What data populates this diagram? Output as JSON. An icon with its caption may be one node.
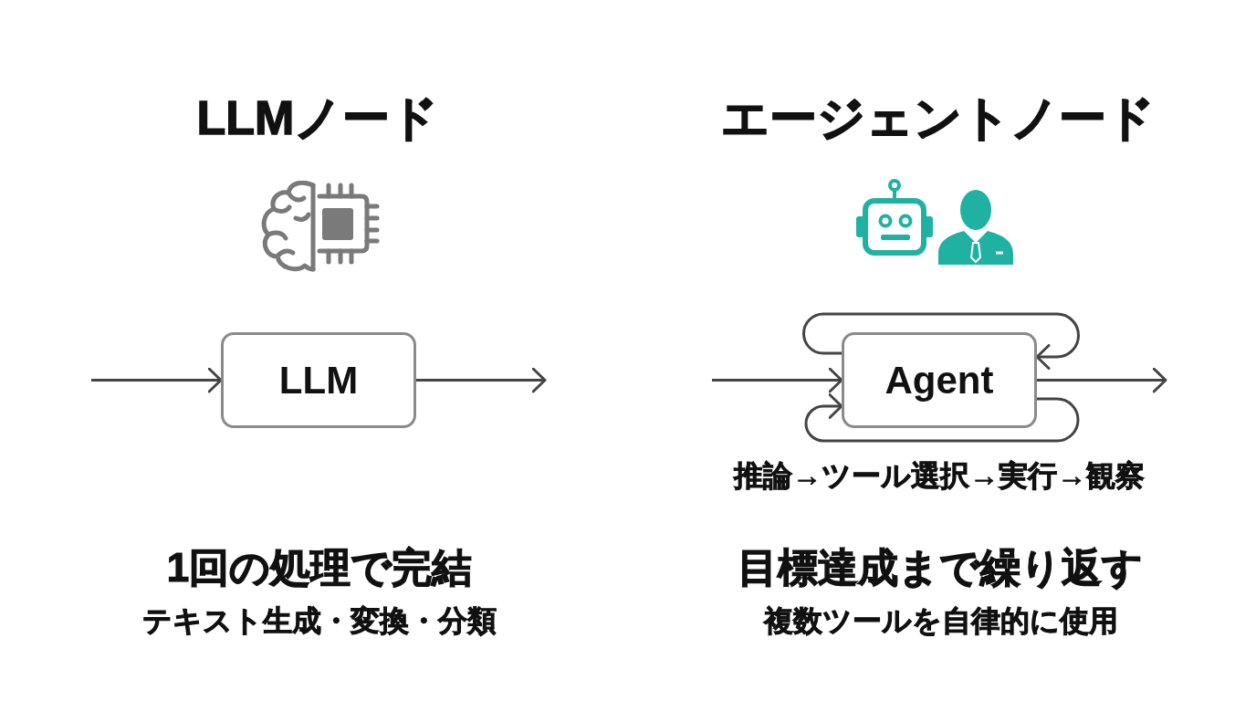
{
  "diagram": {
    "nodes": [
      {
        "text": [
          "LLM"
        ]
      },
      {
        "text": [
          "Agent"
        ],
        "beside": [
          "推論→ツール選択→実行→観察"
        ]
      }
    ],
    "edges": [
      {
        "from": null,
        "to": 0,
        "arrow": "to"
      },
      {
        "from": 0,
        "to": null,
        "arrow": "to"
      },
      {
        "from": null,
        "to": 1,
        "arrow": "to"
      },
      {
        "from": 1,
        "to": null,
        "arrow": "to"
      },
      {
        "from": 1,
        "to": 1,
        "arrow": "to"
      },
      {
        "from": 1,
        "to": 1,
        "arrow": "to"
      }
    ],
    "labels": [
      "LLMノード",
      "エージェントノード",
      "1回の処理で完結",
      "目標達成まで繰り返す",
      "テキスト生成・変換・分類",
      "複数ツールを自律的に使用"
    ]
  }
}
